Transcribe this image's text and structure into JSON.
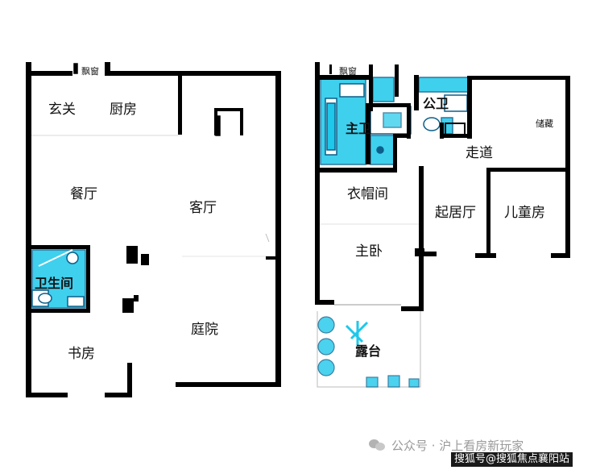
{
  "rooms": {
    "entry": "玄关",
    "kitchen": "厨房",
    "dining": "餐厅",
    "living": "客厅",
    "bathroom": "卫生间",
    "study": "书房",
    "courtyard": "庭院",
    "bay_window_left": "飘窗",
    "bay_window_right": "飘窗",
    "master_bath": "主卫",
    "public_bath": "公卫",
    "storage": "储藏",
    "corridor": "走道",
    "wardrobe": "衣帽间",
    "master_bedroom": "主卧",
    "family_room": "起居厅",
    "kids_room": "儿童房",
    "terrace": "露台"
  },
  "watermark": {
    "line1": "公众号 · 沪上看房新玩家",
    "line2": "搜狐号@搜狐焦点襄阳站"
  },
  "colors": {
    "wall": "#000000",
    "fixture": "#1ec8ea",
    "fixture_dark": "#0b5f8a"
  }
}
